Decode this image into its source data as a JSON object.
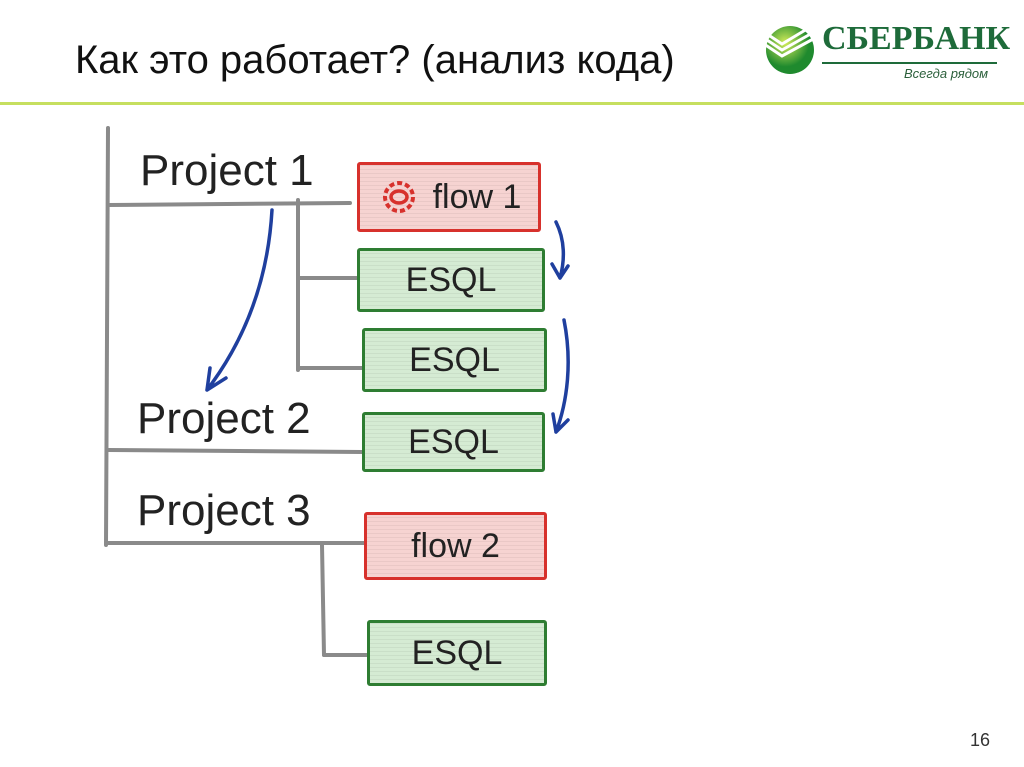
{
  "title": "Как это работает? (анализ кода)",
  "logo": {
    "brand": "СБЕРБАНК",
    "tagline": "Всегда рядом"
  },
  "projects": [
    "Project 1",
    "Project 2",
    "Project 3"
  ],
  "nodes": [
    {
      "label": "flow 1",
      "type": "flow",
      "icon": "gear-icon"
    },
    {
      "label": "ESQL",
      "type": "esql"
    },
    {
      "label": "ESQL",
      "type": "esql"
    },
    {
      "label": "ESQL",
      "type": "esql"
    },
    {
      "label": "flow 2",
      "type": "flow"
    },
    {
      "label": "ESQL",
      "type": "esql"
    }
  ],
  "colors": {
    "flow": "#d7312c",
    "esql": "#2e7d32",
    "arrow": "#1f3f9e",
    "accent": "#c6df5f"
  },
  "page_number": "16"
}
